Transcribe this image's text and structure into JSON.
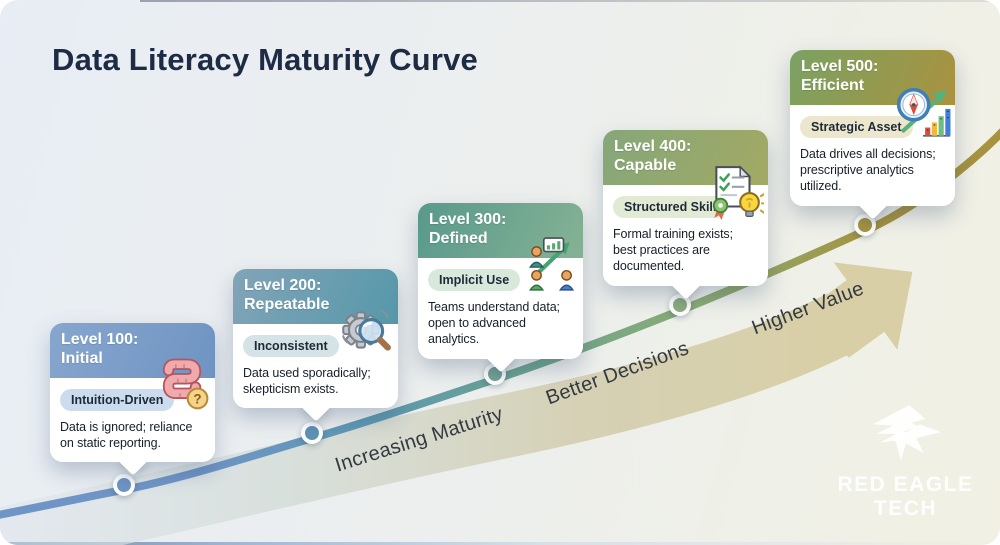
{
  "title": "Data Literacy Maturity Curve",
  "palette": {
    "bg_left": "#e8edf5",
    "bg_right": "#f1f0e3",
    "title_color": "#1e2b45",
    "curve_blue": "#6f95c6",
    "curve_teal": "#5e98b2",
    "curve_green": "#6aa391",
    "curve_olive": "#8aac74",
    "curve_gold": "#a6923f",
    "band_start": "#dfe5ec",
    "band_mid": "#d3dcd8",
    "band_end": "#d8cfa6"
  },
  "levels": [
    {
      "heading": "Level 100:",
      "subheading": "Initial",
      "badge": "Intuition-Driven",
      "description": "Data is ignored; reliance on static reporting.",
      "icon": "gut-question-icon",
      "header_from": "#87a6ce",
      "header_to": "#6f94c2",
      "badge_bg": "#ccdcee",
      "dot_color": "#6e95c5"
    },
    {
      "heading": "Level 200:",
      "subheading": "Repeatable",
      "badge": "Inconsistent",
      "description": "Data used sporadically; skepticism exists.",
      "icon": "gear-magnifier-icon",
      "header_from": "#82a4b8",
      "header_to": "#5598a9",
      "badge_bg": "#d5e3e6",
      "dot_color": "#5d93b5"
    },
    {
      "heading": "Level 300:",
      "subheading": "Defined",
      "badge": "Implicit Use",
      "description": "Teams understand data; open to advanced analytics.",
      "icon": "team-growth-icon",
      "header_from": "#58998c",
      "header_to": "#86b294",
      "badge_bg": "#d8e9dc",
      "dot_color": "#74a494"
    },
    {
      "heading": "Level 400:",
      "subheading": "Capable",
      "badge": "Structured Skill",
      "description": "Formal training exists; best practices are documented.",
      "icon": "checklist-bulb-icon",
      "header_from": "#85a77a",
      "header_to": "#a3a963",
      "badge_bg": "#e3ead3",
      "dot_color": "#8cad7c"
    },
    {
      "heading": "Level 500:",
      "subheading": "Efficient",
      "badge": "Strategic Asset",
      "description": "Data drives all decisions; prescriptive analytics utilized.",
      "icon": "compass-growth-icon",
      "header_from": "#7aa263",
      "header_to": "#aa923e",
      "badge_bg": "#ece7cc",
      "dot_color": "#a6923f"
    }
  ],
  "curve_labels": [
    {
      "text": "Increasing Maturity"
    },
    {
      "text": "Better Decisions"
    },
    {
      "text": "Higher Value"
    }
  ],
  "logo": {
    "line1": "RED EAGLE",
    "line2": "TECH",
    "icon": "eagle-icon"
  }
}
